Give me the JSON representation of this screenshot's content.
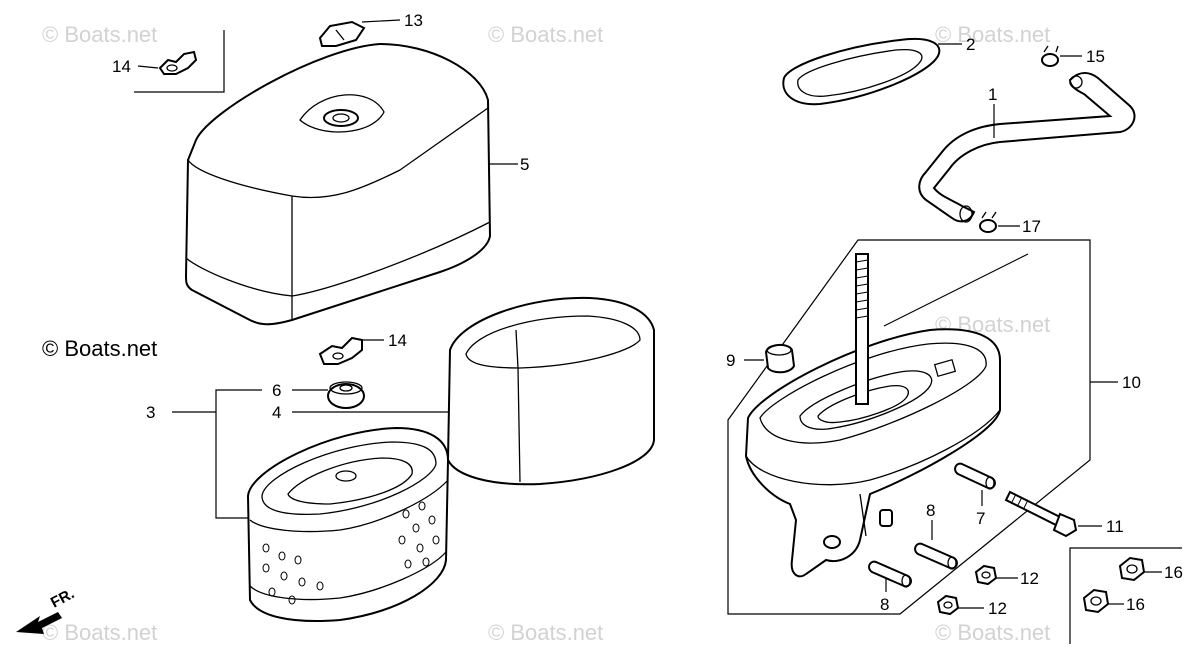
{
  "diagram": {
    "brand_label": "© Boats.net",
    "watermark_text": "© Boats.net",
    "direction_label": "FR.",
    "callouts": {
      "c1": "1",
      "c2": "2",
      "c3": "3",
      "c4": "4",
      "c5": "5",
      "c6": "6",
      "c7": "7",
      "c8a": "8",
      "c8b": "8",
      "c9": "9",
      "c10": "10",
      "c11": "11",
      "c12a": "12",
      "c12b": "12",
      "c13": "13",
      "c14a": "14",
      "c14b": "14",
      "c15": "15",
      "c16a": "16",
      "c16b": "16",
      "c17": "17"
    }
  }
}
